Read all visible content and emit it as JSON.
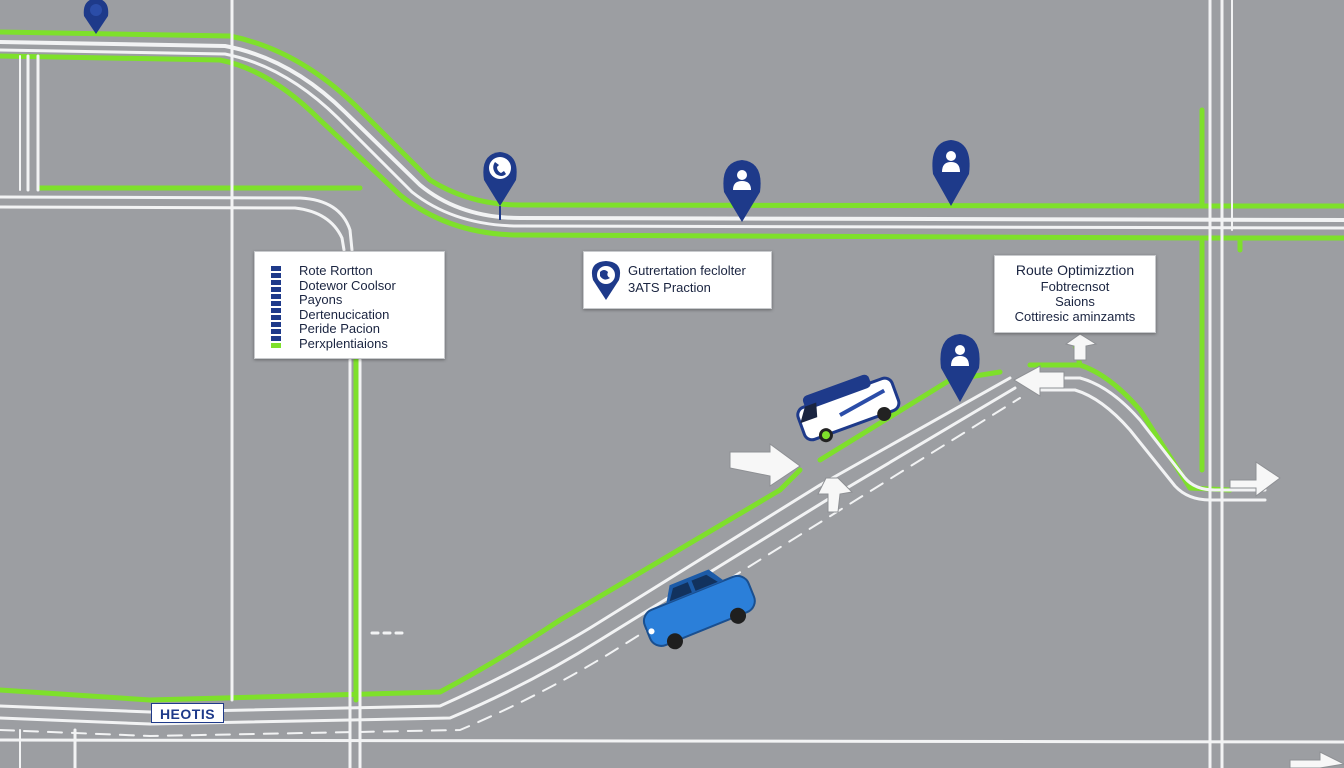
{
  "map": {
    "background_color": "#9c9ea2",
    "road_color": "#f2f3f4",
    "route_color": "#7ee02b",
    "pin_color": "#1e3a8a",
    "pins": [
      {
        "icon": "phone-pin-icon"
      },
      {
        "icon": "person-pin-icon"
      },
      {
        "icon": "person-pin-icon"
      },
      {
        "icon": "person-pin-icon"
      },
      {
        "icon": "pin-icon"
      }
    ],
    "vehicles": [
      {
        "type": "van",
        "color": "#1e3a8a"
      },
      {
        "type": "car",
        "color": "#2b7fd9"
      }
    ]
  },
  "cards": {
    "left": {
      "lines": [
        "Rote Rortton",
        "Dotewor Coolsor",
        "Payons",
        "Dertenucication",
        "Peride Pacion",
        "Perxplentiaions"
      ]
    },
    "middle": {
      "lines": [
        "Gutrertation feclolter",
        "3ATS Praction"
      ]
    },
    "right": {
      "title": "Route Optimizztion",
      "lines": [
        "Fobtrecnsot",
        "Saions",
        "Cottiresic aminzamts"
      ]
    }
  },
  "road_sign": {
    "text": "HEOTIS"
  }
}
